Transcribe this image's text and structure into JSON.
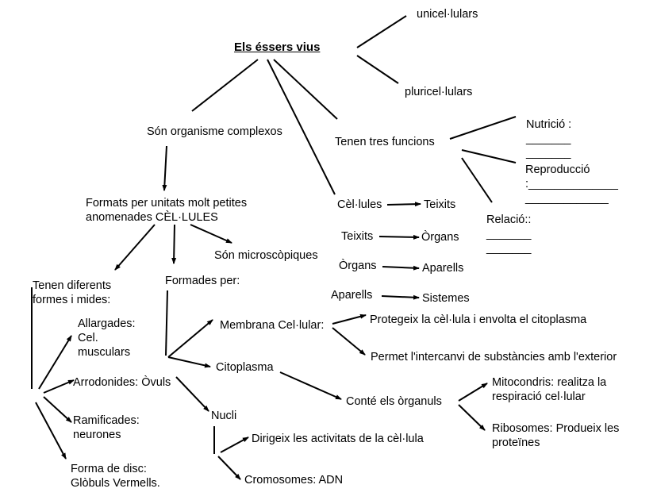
{
  "title": "Els éssers vius",
  "unicellular": "unicel·lulars",
  "pluricellular": "pluricel·lulars",
  "complex": "Són organisme complexos",
  "functions": "Tenen tres funcions",
  "nutrition": {
    "label": "Nutrició :",
    "blank1": "_______",
    "blank2": "_______"
  },
  "reproduction": {
    "label": "Reproducció",
    "blank1": ":______________",
    "blank2": "_____________"
  },
  "relation": {
    "label": "Relació::",
    "blank1": "_______",
    "blank2": "_______"
  },
  "units": {
    "line1": "Formats per unitats molt petites",
    "line2": "anomenades CÈL·LULES"
  },
  "hierarchy": [
    {
      "from": "Cèl·lules",
      "to": "Teixits"
    },
    {
      "from": "Teixits",
      "to": "Òrgans"
    },
    {
      "from": "Òrgans",
      "to": "Aparells"
    },
    {
      "from": "Aparells",
      "to": "Sistemes"
    }
  ],
  "microscopic": "Són microscòpiques",
  "shapes_heading": {
    "line1": "Tenen diferents",
    "line2": "formes i mides:"
  },
  "shapes": {
    "elongated": {
      "line1": "Allargades:",
      "line2": "Cel.",
      "line3": "musculars"
    },
    "round": "Arrodonides: Òvuls",
    "branched": {
      "line1": "Ramificades:",
      "line2": "neurones"
    },
    "disc": {
      "line1": "Forma de disc:",
      "line2": "Glòbuls Vermells."
    }
  },
  "formed_by": "Formades per:",
  "membrane": "Membrana Cel·lular:",
  "membrane_protects": "Protegeix la cèl·lula i envolta el citoplasma",
  "membrane_exchange": "Permet l'intercanvi de substàncies amb l'exterior",
  "cytoplasm": "Citoplasma",
  "organelles": "Conté els òrganuls",
  "mitochondria": {
    "line1": "Mitocondris: realitza la",
    "line2": "respiració cel·lular"
  },
  "ribosomes": {
    "line1": "Ribosomes: Produeix les",
    "line2": "proteïnes"
  },
  "nucleus": "Nucli",
  "nucleus_directs": "Dirigeix les activitats de la cèl·lula",
  "chromosomes": "Cromosomes: ADN"
}
